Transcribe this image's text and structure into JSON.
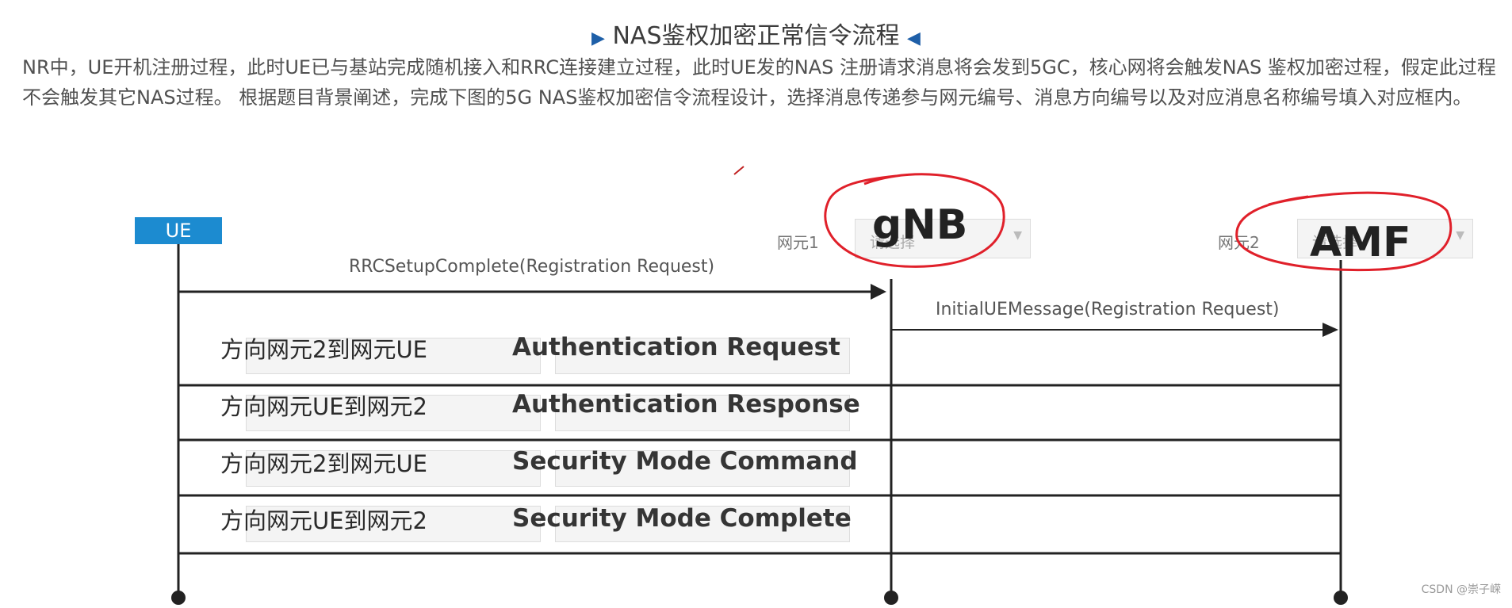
{
  "title": "NAS鉴权加密正常信令流程",
  "description": "NR中，UE开机注册过程，此时UE已与基站完成随机接入和RRC连接建立过程，此时UE发的NAS 注册请求消息将会发到5GC，核心网将会触发NAS 鉴权加密过程，假定此过程不会触发其它NAS过程。 根据题目背景阐述，完成下图的5G NAS鉴权加密信令流程设计，选择消息传递参与网元编号、消息方向编号以及对应消息名称编号填入对应框内。",
  "nodes": {
    "ue": "UE",
    "ne1_label": "网元1",
    "ne1_select": "请选择",
    "ne1_annotation": "gNB",
    "ne2_label": "网元2",
    "ne2_select": "请选择",
    "ne2_annotation": "AMF"
  },
  "messages": {
    "rrc": "RRCSetupComplete(Registration Request)",
    "initial": "InitialUEMessage(Registration Request)"
  },
  "rows": [
    {
      "direction": "方向网元2到网元UE",
      "name": "Authentication Request"
    },
    {
      "direction": "方向网元UE到网元2",
      "name": "Authentication Response"
    },
    {
      "direction": "方向网元2到网元UE",
      "name": "Security Mode Command"
    },
    {
      "direction": "方向网元UE到网元2",
      "name": "Security Mode Complete"
    }
  ],
  "select_placeholder": "请选择",
  "watermark": "CSDN @崇子嵘",
  "colors": {
    "accent": "#1c8bd0",
    "annotation": "#e0202a"
  }
}
